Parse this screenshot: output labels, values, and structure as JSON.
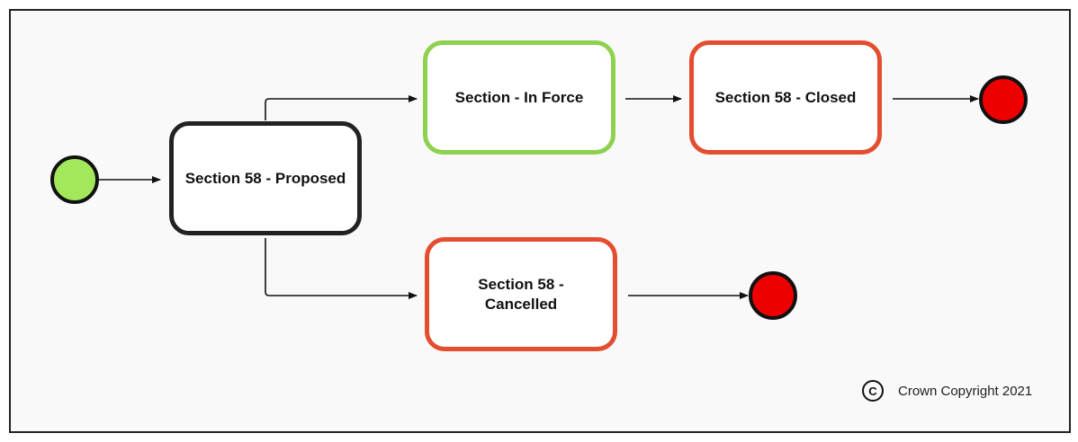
{
  "states": {
    "proposed": "Section 58 - Proposed",
    "in_force": "Section - In Force",
    "closed": "Section 58 - Closed",
    "cancelled": "Section 58 - Cancelled"
  },
  "copyright": {
    "symbol": "C",
    "text": "Crown Copyright 2021"
  },
  "colors": {
    "start_node": "#a3e85a",
    "end_node": "#ee0000",
    "proposed_border": "#222222",
    "in_force_border": "#8ed14f",
    "closed_border": "#e44d2f",
    "cancelled_border": "#e44d2f"
  }
}
